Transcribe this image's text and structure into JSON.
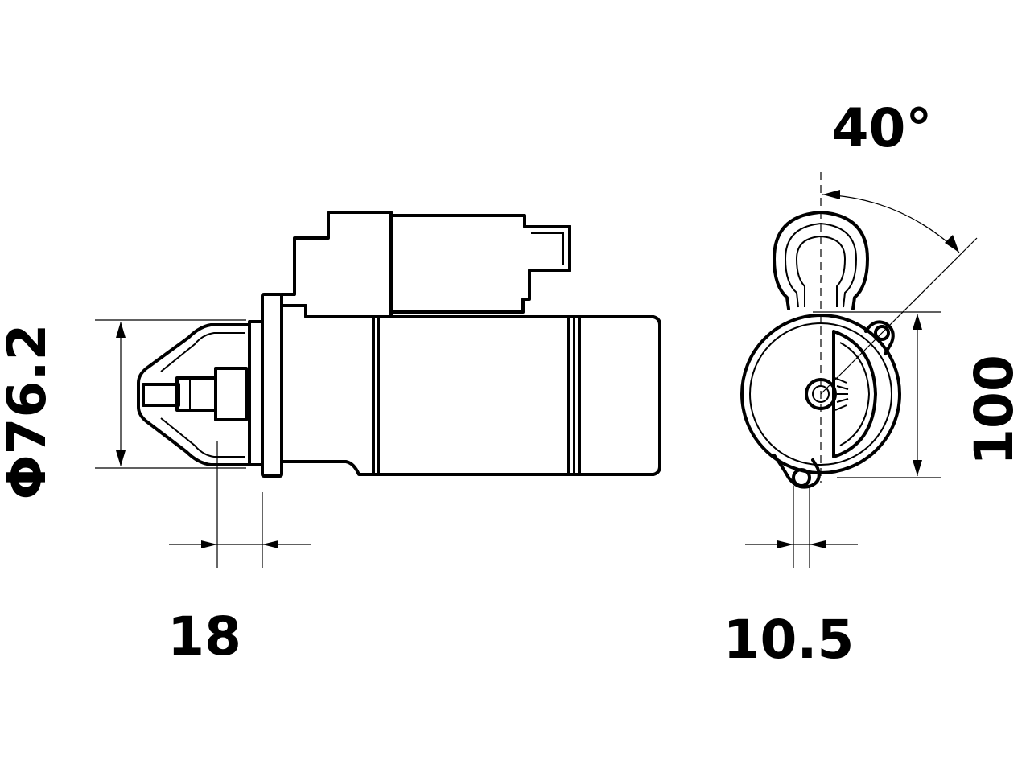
{
  "dimensions": {
    "diameter": "Φ76.2",
    "flange_offset": "18",
    "hole_offset": "10.5",
    "angle": "40°",
    "height": "100"
  },
  "colors": {
    "line": "#000000",
    "background": "#ffffff"
  }
}
